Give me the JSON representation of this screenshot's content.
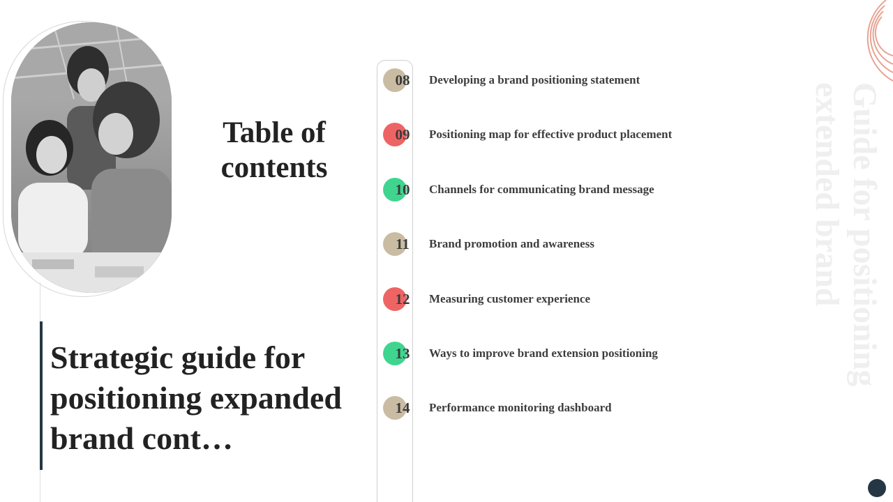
{
  "main_title": "Strategic guide for positioning expanded brand cont…",
  "toc_heading": "Table of contents",
  "side_title": [
    "Guide for positioning",
    "extended brand"
  ],
  "colors": {
    "dark": "#253744",
    "beige": "#c9bca3",
    "red": "#ee6464",
    "green": "#3fd58f",
    "arc_stroke": "#e7a392"
  },
  "toc_items": [
    {
      "number": "08",
      "label": "Developing a brand positioning statement",
      "dot_color": "#c9bca3"
    },
    {
      "number": "09",
      "label": "Positioning map for effective product placement",
      "dot_color": "#ee6464"
    },
    {
      "number": "10",
      "label": "Channels for communicating brand message",
      "dot_color": "#3fd58f"
    },
    {
      "number": "11",
      "label": "Brand promotion and awareness",
      "dot_color": "#c9bca3"
    },
    {
      "number": "12",
      "label": "Measuring customer experience",
      "dot_color": "#ee6464"
    },
    {
      "number": "13",
      "label": "Ways to improve brand extension positioning",
      "dot_color": "#3fd58f"
    },
    {
      "number": "14",
      "label": "Performance monitoring dashboard",
      "dot_color": "#c9bca3"
    }
  ]
}
